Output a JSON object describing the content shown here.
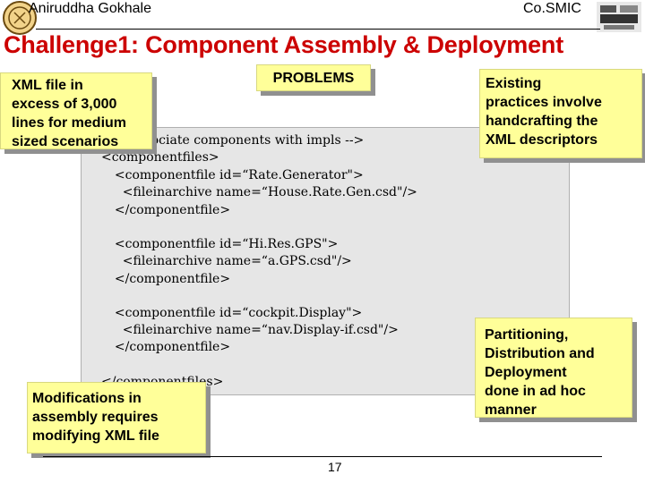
{
  "header": {
    "author": "Aniruddha Gokhale",
    "org": "Co.SMIC"
  },
  "slide": {
    "title": "Challenge1: Component Assembly & Deployment"
  },
  "code_lines": [
    "<!-- Associate components with impls -->",
    "<componentfiles>",
    "  <componentfile id=“Rate.Generator\">",
    "    <fileinarchive name=“House.Rate.Gen.csd\"/>",
    "  </componentfile>",
    "  <componentfile id=“Hi.Res.GPS\">",
    "    <fileinarchive name=“a.GPS.csd\"/>",
    "  </componentfile>",
    "  <componentfile id=“cockpit.Display\">",
    "    <fileinarchive name=“nav.Display-if.csd\"/>",
    "  </componentfile>",
    "</componentfiles>"
  ],
  "callouts": {
    "xml_size": [
      "XML file in",
      "excess of 3,000",
      "lines for medium",
      "sized scenarios"
    ],
    "problems": "PROBLEMS",
    "practices": [
      "Existing",
      "practices involve",
      "handcrafting the",
      "XML descriptors"
    ],
    "partitioning": [
      "Partitioning,",
      "Distribution and",
      "Deployment",
      "done in ad hoc",
      "manner"
    ],
    "modifications": [
      "Modifications in",
      "assembly requires",
      "modifying XML file"
    ]
  },
  "footer": {
    "page_number": "17"
  },
  "icons": {
    "left_logo": "university-seal-icon",
    "right_logo": "isis-logo-icon"
  }
}
